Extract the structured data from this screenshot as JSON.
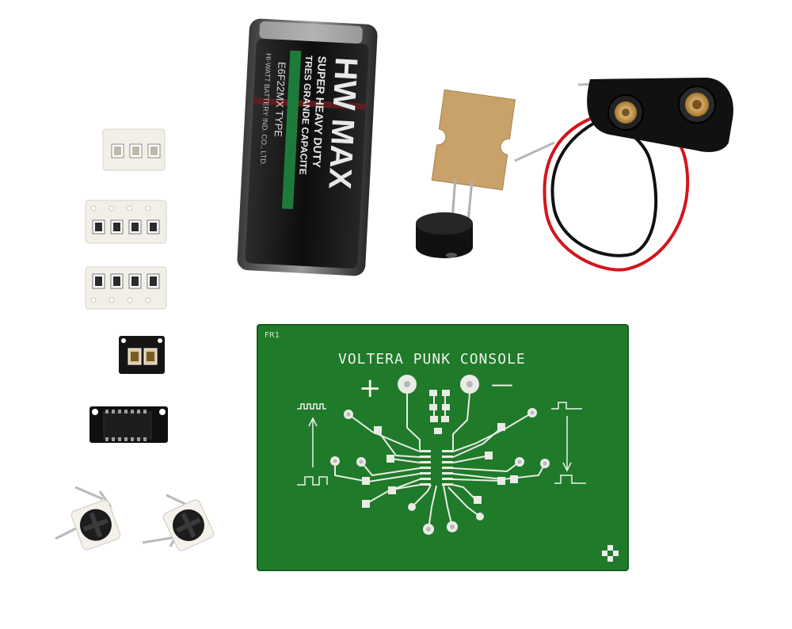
{
  "battery": {
    "brand": "HW MAX",
    "line1": "SUPER HEAVY DUTY",
    "line2": "TRES GRANDE CAPACITE",
    "model": "E6F22MX TYPE",
    "maker": "HI-WATT BATTERY IND. CO., LTD."
  },
  "pcb": {
    "title": "VOLTERA PUNK CONSOLE",
    "corner_label": "FR1",
    "plus": "+",
    "minus": "—"
  },
  "colors": {
    "pcb_green": "#1f7a2a",
    "pcb_trace": "#e9ece4",
    "battery_black": "#111111",
    "wire_red": "#d4151c",
    "wire_black": "#111111",
    "tape_white": "#f2efe8",
    "buzzer_card": "#c9a26a"
  },
  "components": [
    "smd-tape-3",
    "smd-tape-4a",
    "smd-tape-4b",
    "led-strip",
    "ic-chip",
    "trimpot-left",
    "trimpot-right",
    "battery-9v",
    "buzzer",
    "battery-clip",
    "pcb-board"
  ]
}
